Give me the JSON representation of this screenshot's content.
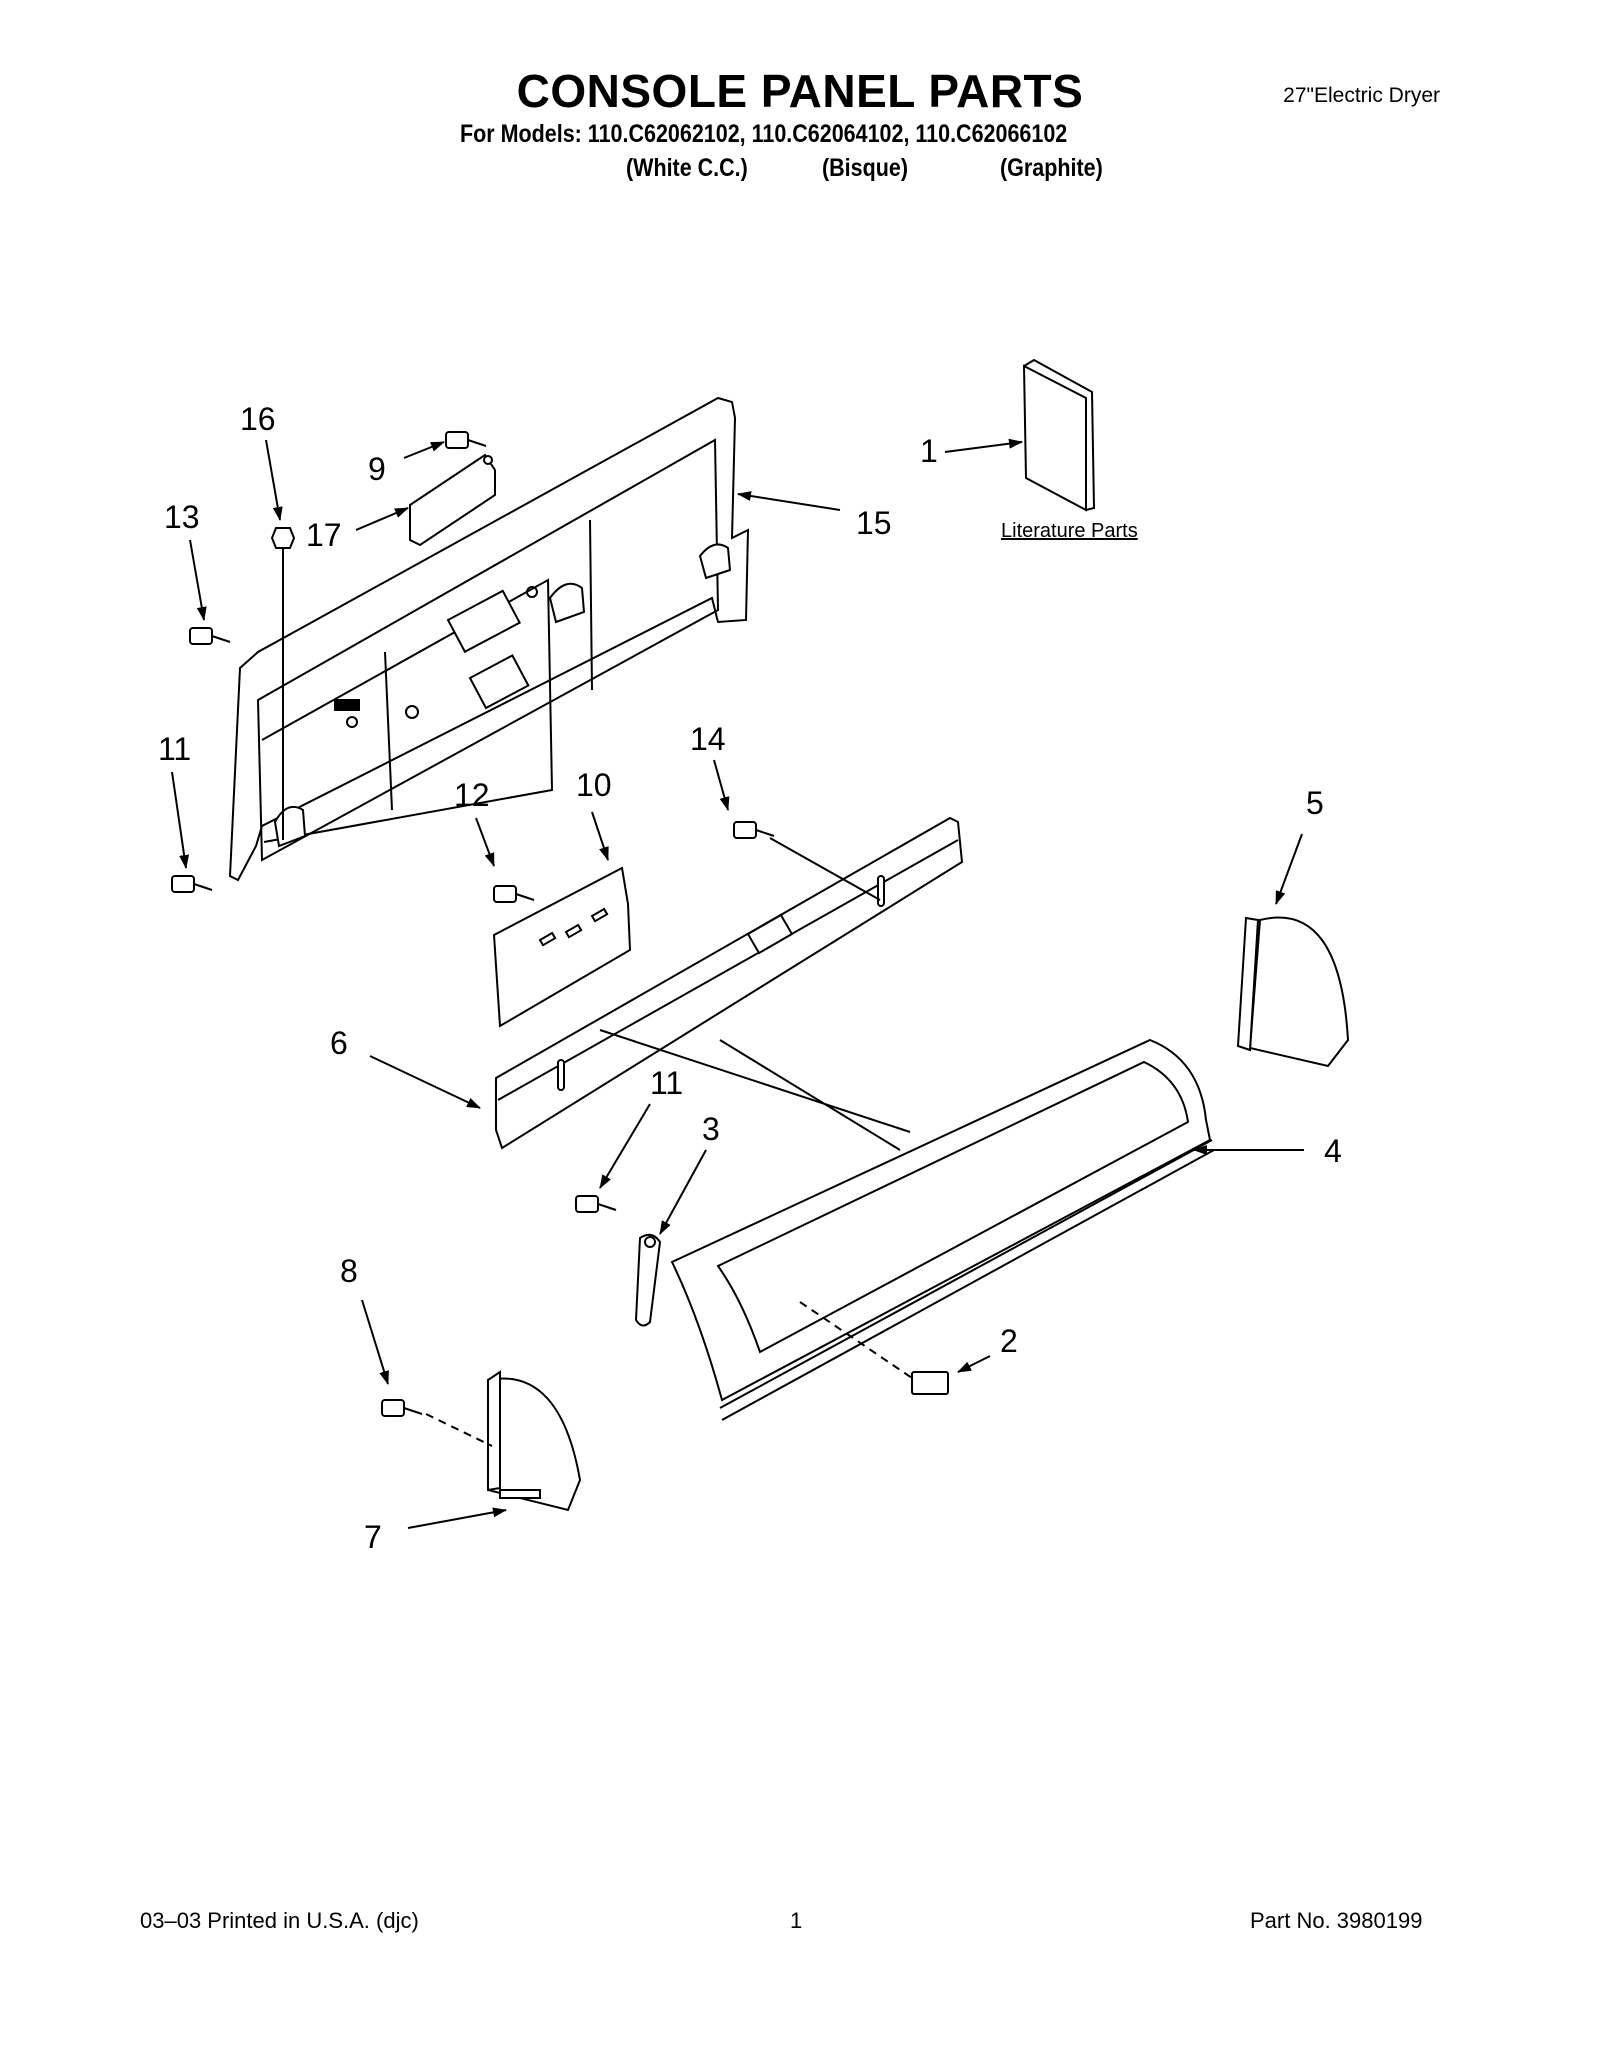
{
  "header": {
    "title": "CONSOLE PANEL PARTS",
    "models_line": "For Models: 110.C62062102, 110.C62064102, 110.C62066102",
    "colors": [
      "(White C.C.)",
      "(Bisque)",
      "(Graphite)"
    ],
    "product": "27\"Electric Dryer"
  },
  "diagram": {
    "literature_label": "Literature Parts",
    "callouts": [
      "1",
      "2",
      "3",
      "4",
      "5",
      "6",
      "7",
      "8",
      "9",
      "10",
      "11",
      "11",
      "12",
      "13",
      "14",
      "15",
      "16",
      "17"
    ]
  },
  "footer": {
    "print_info": "03–03 Printed in U.S.A. (djc)",
    "page_number": "1",
    "part_number": "Part No. 3980199"
  }
}
